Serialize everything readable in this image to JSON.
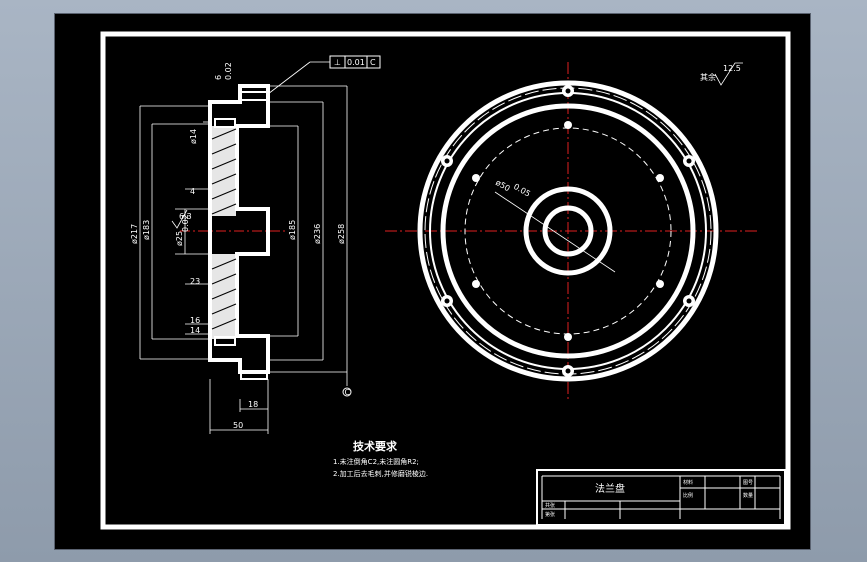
{
  "drawing": {
    "part_name": "法兰盘",
    "roughness_note": {
      "label": "其余",
      "value": "12.5"
    },
    "tech_requirements": {
      "title": "技术要求",
      "lines": [
        "1.未注倒角C2,未注圆角R2;",
        "2.加工后去毛刺,并修磨锐棱边."
      ]
    },
    "dimensions": {
      "d217": "ø217",
      "d183": "ø183",
      "d185": "ø185",
      "d236": "ø236",
      "d258": "ø258",
      "d14": "ø14",
      "d50": "ø50",
      "d25tol": "ø25",
      "tol_d25": "0.02",
      "width_50": "50",
      "width_18": "18",
      "h4": "4",
      "h23": "23",
      "h16": "16",
      "h14": "14",
      "top_6": "6",
      "tol_6": "0.02",
      "d50_tol": "0.05",
      "roughness_63": "6.3",
      "datum_c": "C"
    },
    "gdt_frame": [
      "⊥",
      "0.01",
      "C"
    ],
    "title_block": {
      "cells": [
        "材料",
        "比例",
        "图号",
        "数量",
        "共张",
        "第张"
      ]
    }
  }
}
